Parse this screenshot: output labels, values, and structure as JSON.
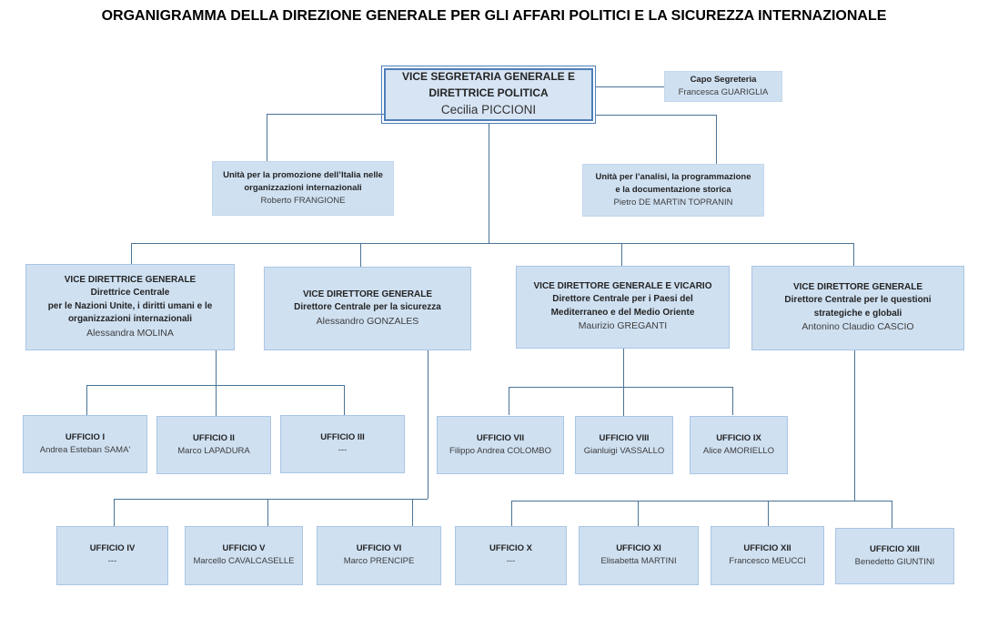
{
  "title": "ORGANIGRAMMA DELLA DIREZIONE GENERALE PER GLI AFFARI POLITICI E LA SICUREZZA INTERNAZIONALE",
  "colors": {
    "box_fill": "#cfe0f1",
    "box_border": "#aac5e4",
    "root_border": "#4d7fba",
    "connector": "#4a7396"
  },
  "nodes": {
    "root": {
      "t1": "VICE SEGRETARIA GENERALE E",
      "t2": "DIRETTRICE POLITICA",
      "person": "Cecilia PICCIONI"
    },
    "capo": {
      "t1": "Capo Segreteria",
      "person": "Francesca GUARIGLIA"
    },
    "unita_promozione": {
      "t1": "Unità per la promozione dell’Italia nelle",
      "t2": "organizzazioni internazionali",
      "person": "Roberto FRANGIONE"
    },
    "unita_analisi": {
      "t1": "Unità per l’analisi, la programmazione",
      "t2": "e la documentazione storica",
      "person": "Pietro DE MARTIN TOPRANIN"
    },
    "vdg1": {
      "t1": "VICE DIRETTRICE GENERALE",
      "t2": "Direttrice Centrale",
      "t3": "per le Nazioni Unite, i diritti umani e le",
      "t4": "organizzazioni internazionali",
      "person": "Alessandra MOLINA"
    },
    "vdg2": {
      "t1": "VICE DIRETTORE GENERALE",
      "t2": "Direttore Centrale per la sicurezza",
      "person": "Alessandro GONZALES"
    },
    "vdg3": {
      "t1": "VICE DIRETTORE GENERALE E VICARIO",
      "t2": "Direttore Centrale per i Paesi del",
      "t3": "Mediterraneo e del Medio Oriente",
      "person": "Maurizio GREGANTI"
    },
    "vdg4": {
      "t1": "VICE DIRETTORE GENERALE",
      "t2": "Direttore Centrale per le questioni",
      "t3": "strategiche e globali",
      "person": "Antonino Claudio CASCIO"
    },
    "uff1": {
      "label": "UFFICIO I",
      "person": "Andrea Esteban SAMA'"
    },
    "uff2": {
      "label": "UFFICIO II",
      "person": "Marco LAPADURA"
    },
    "uff3": {
      "label": "UFFICIO III",
      "person": "---"
    },
    "uff4": {
      "label": "UFFICIO IV",
      "person": "---"
    },
    "uff5": {
      "label": "UFFICIO V",
      "person": "Marcello CAVALCASELLE"
    },
    "uff6": {
      "label": "UFFICIO VI",
      "person": "Marco PRENCIPE"
    },
    "uff7": {
      "label": "UFFICIO VII",
      "person": "Filippo Andrea COLOMBO"
    },
    "uff8": {
      "label": "UFFICIO VIII",
      "person": "Gianluigi VASSALLO"
    },
    "uff9": {
      "label": "UFFICIO IX",
      "person": "Alice AMORIELLO"
    },
    "uff10": {
      "label": "UFFICIO X",
      "person": "---"
    },
    "uff11": {
      "label": "UFFICIO XI",
      "person": "Elisabetta MARTINI"
    },
    "uff12": {
      "label": "UFFICIO XII",
      "person": "Francesco MEUCCI"
    },
    "uff13": {
      "label": "UFFICIO XIII",
      "person": "Benedetto GIUNTINI"
    }
  }
}
